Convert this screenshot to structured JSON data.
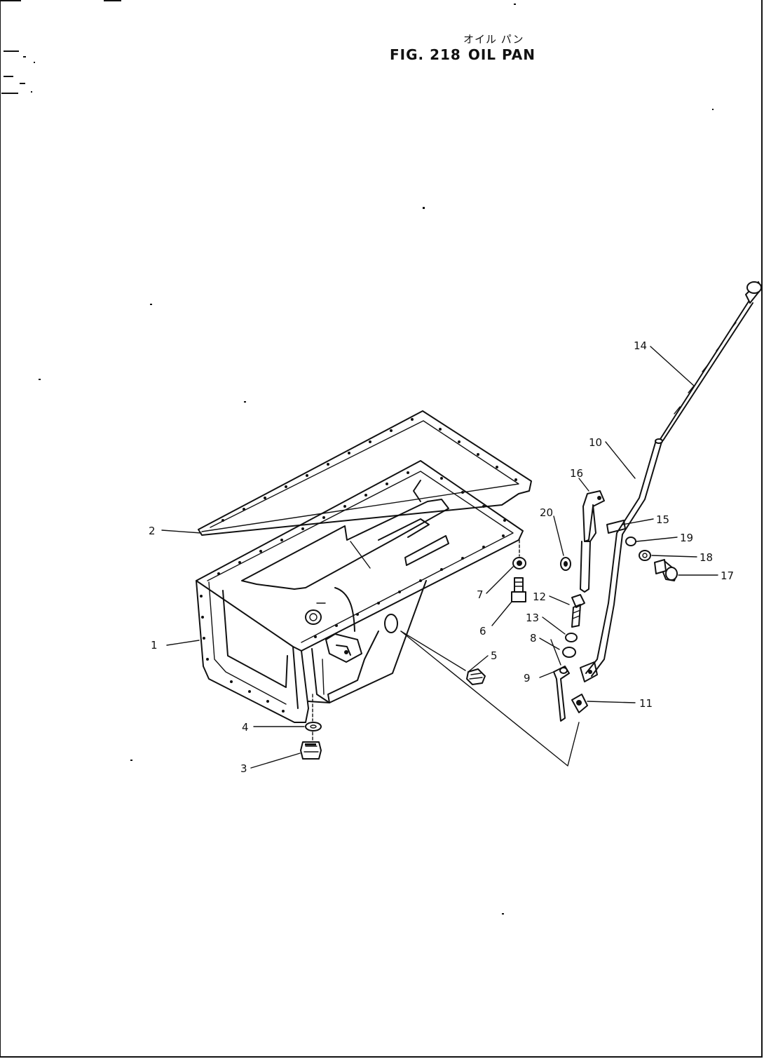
{
  "figure": {
    "title_jp": "オイル パン",
    "fig_label": "FIG. 218",
    "fig_name": "OIL PAN"
  },
  "callouts": [
    {
      "id": "1",
      "label": "1"
    },
    {
      "id": "2",
      "label": "2"
    },
    {
      "id": "3",
      "label": "3"
    },
    {
      "id": "4",
      "label": "4"
    },
    {
      "id": "5",
      "label": "5"
    },
    {
      "id": "6",
      "label": "6"
    },
    {
      "id": "7",
      "label": "7"
    },
    {
      "id": "8",
      "label": "8"
    },
    {
      "id": "9",
      "label": "9"
    },
    {
      "id": "10",
      "label": "10"
    },
    {
      "id": "11",
      "label": "11"
    },
    {
      "id": "12",
      "label": "12"
    },
    {
      "id": "13",
      "label": "13"
    },
    {
      "id": "14",
      "label": "14"
    },
    {
      "id": "15",
      "label": "15"
    },
    {
      "id": "16",
      "label": "16"
    },
    {
      "id": "17",
      "label": "17"
    },
    {
      "id": "18",
      "label": "18"
    },
    {
      "id": "19",
      "label": "19"
    },
    {
      "id": "20",
      "label": "20"
    }
  ]
}
